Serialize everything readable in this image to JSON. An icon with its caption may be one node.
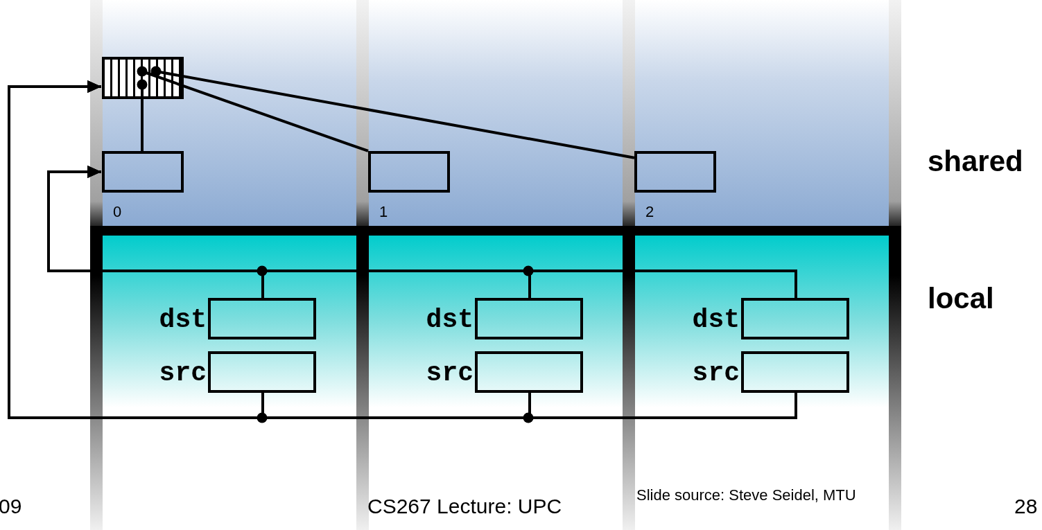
{
  "diagram": {
    "nodes": [
      {
        "text": [],
        "shape": "box"
      },
      {
        "text": [],
        "shape": "box",
        "beside": [
          "0"
        ]
      },
      {
        "text": [],
        "shape": "box",
        "beside": [
          "1"
        ]
      },
      {
        "text": [],
        "shape": "box",
        "beside": [
          "2"
        ]
      },
      {
        "text": [
          "dst"
        ]
      },
      {
        "text": [
          "src"
        ]
      },
      {
        "text": [
          "dst"
        ]
      },
      {
        "text": [
          "src"
        ]
      },
      {
        "text": [
          "dst"
        ]
      },
      {
        "text": [
          "src"
        ]
      }
    ],
    "edges": [
      {
        "from": 0,
        "to": 1,
        "arrow": "other"
      },
      {
        "from": 0,
        "to": 2,
        "arrow": "other"
      },
      {
        "from": 0,
        "to": 3,
        "arrow": "other"
      },
      {
        "from": 4,
        "to": 1,
        "arrow": "to"
      },
      {
        "from": 6,
        "to": 1,
        "arrow": "to"
      },
      {
        "from": 8,
        "to": 1,
        "arrow": "to"
      },
      {
        "from": 5,
        "to": 0,
        "arrow": "to"
      },
      {
        "from": 7,
        "to": 0,
        "arrow": "to"
      },
      {
        "from": 9,
        "to": 0,
        "arrow": "to"
      }
    ],
    "labels": [
      "shared",
      "local",
      "09",
      "CS267 Lecture: UPC",
      "Slide source: Steve Seidel, MTU",
      "28"
    ]
  }
}
